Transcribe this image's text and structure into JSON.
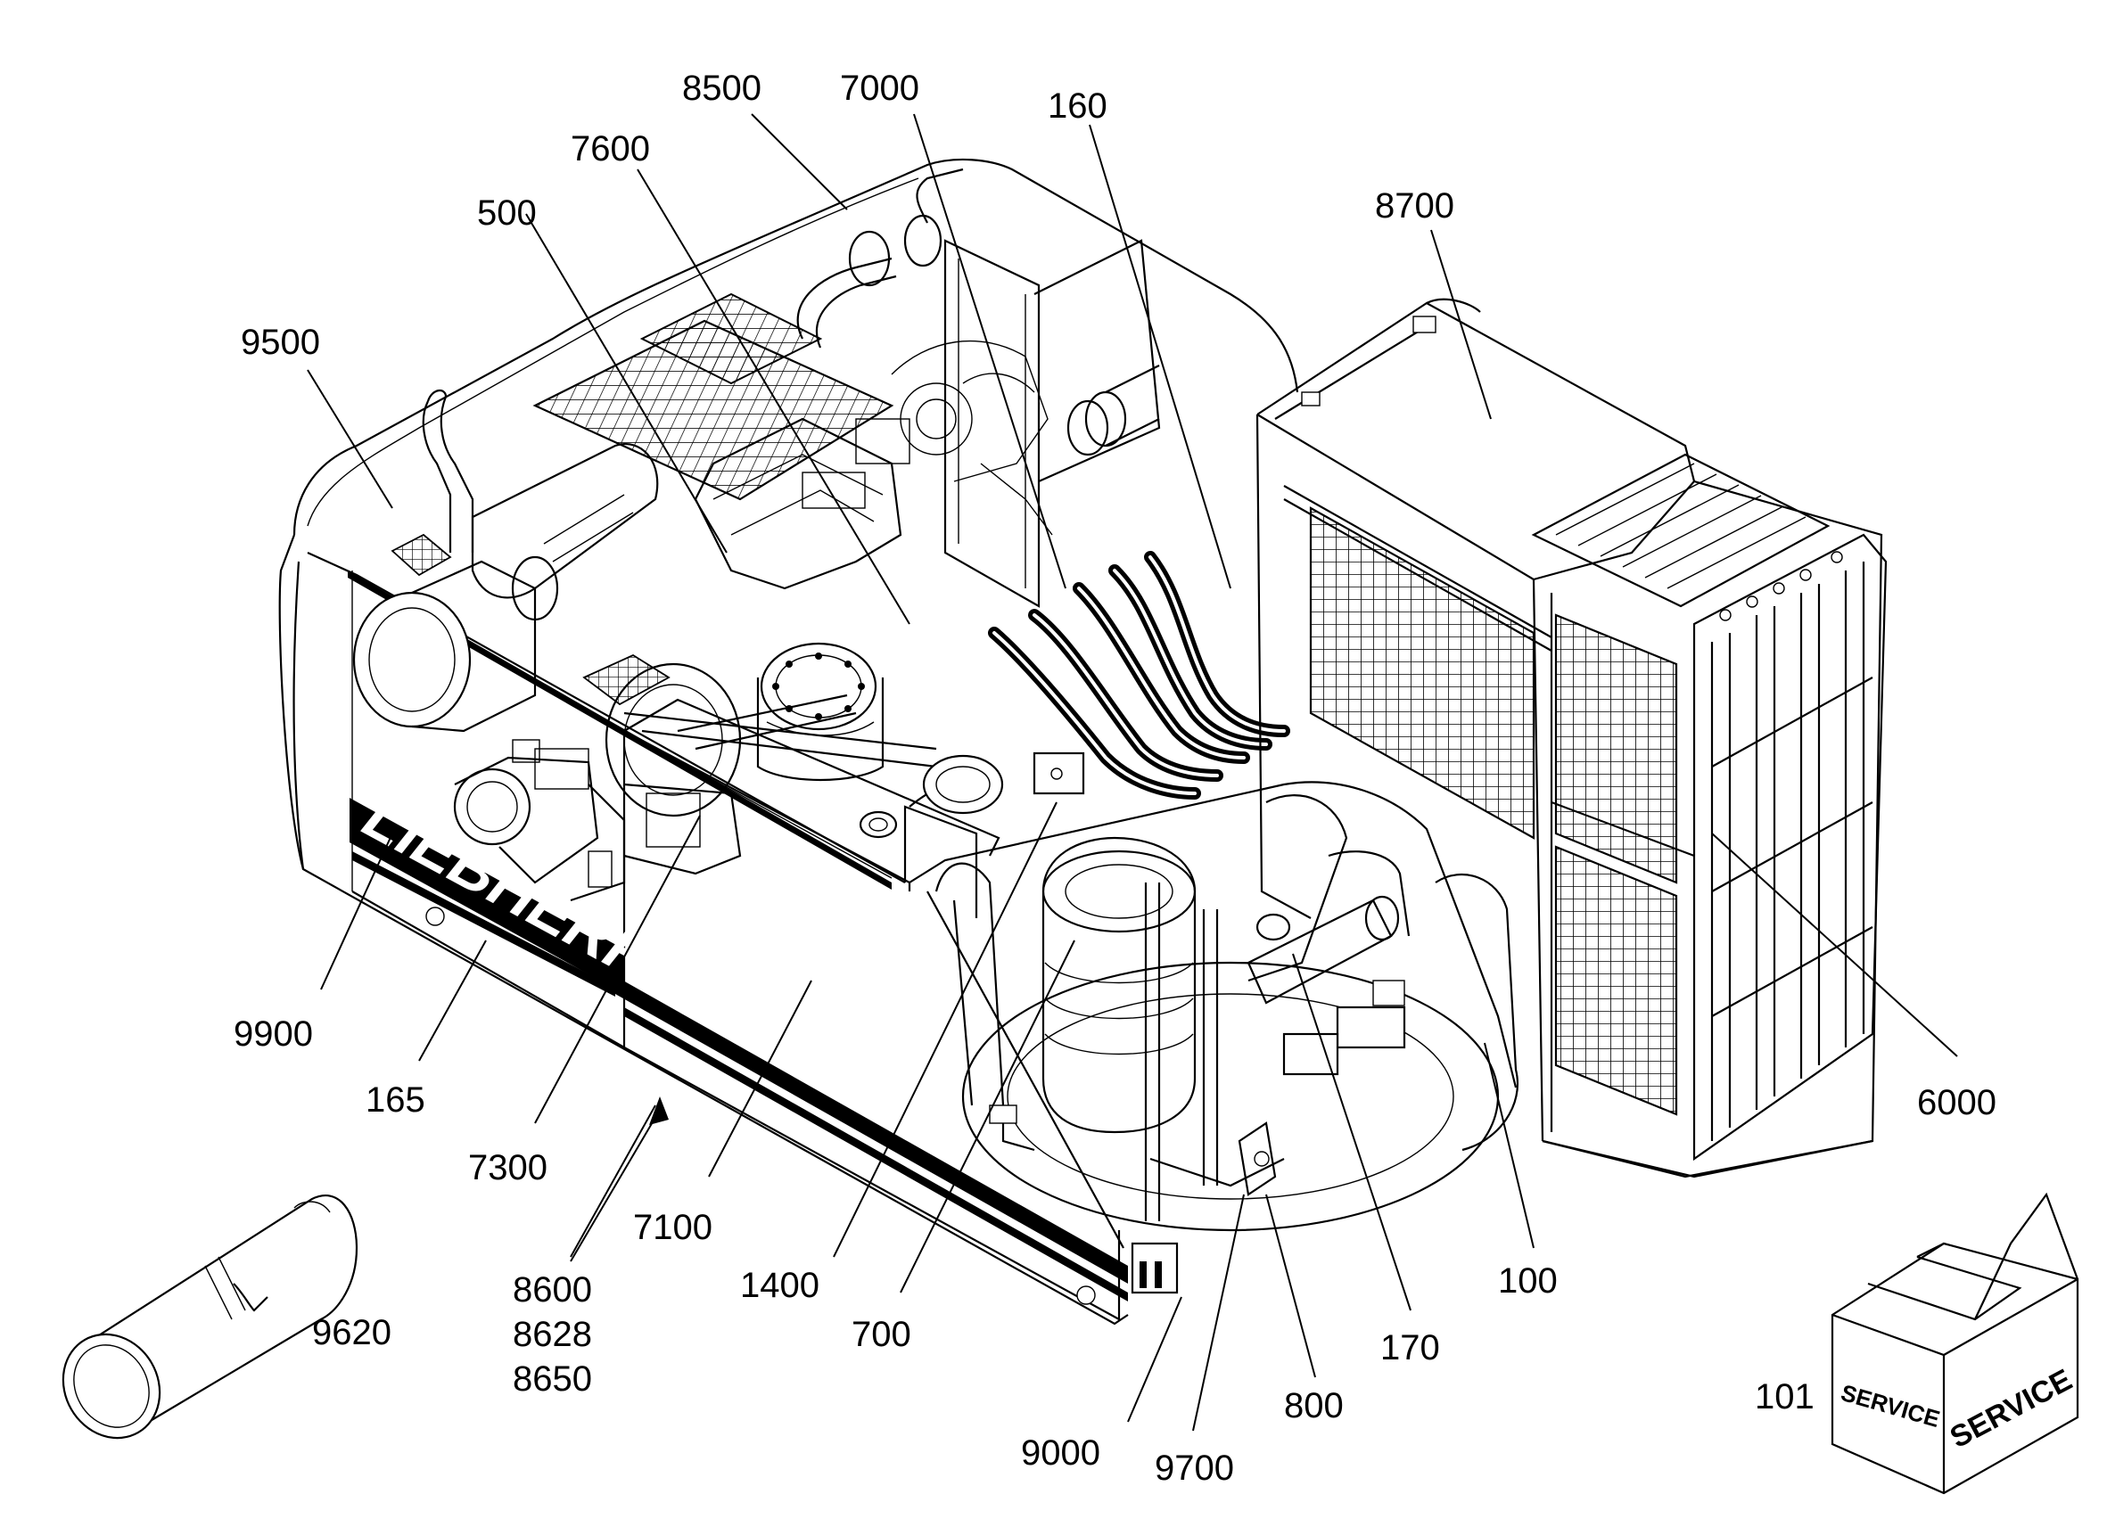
{
  "diagram": {
    "brand_logo": "LIEBHERR",
    "service_box_text": [
      "SERVICE",
      "SERVICE"
    ],
    "callouts": [
      {
        "id": "c8500",
        "label": "8500"
      },
      {
        "id": "c7000",
        "label": "7000"
      },
      {
        "id": "c160",
        "label": "160"
      },
      {
        "id": "c7600",
        "label": "7600"
      },
      {
        "id": "c500",
        "label": "500"
      },
      {
        "id": "c8700",
        "label": "8700"
      },
      {
        "id": "c9500",
        "label": "9500"
      },
      {
        "id": "c9900",
        "label": "9900"
      },
      {
        "id": "c165",
        "label": "165"
      },
      {
        "id": "c7300",
        "label": "7300"
      },
      {
        "id": "c7100",
        "label": "7100"
      },
      {
        "id": "c8600",
        "label": "8600"
      },
      {
        "id": "c8628",
        "label": "8628"
      },
      {
        "id": "c8650",
        "label": "8650"
      },
      {
        "id": "c1400",
        "label": "1400"
      },
      {
        "id": "c700",
        "label": "700"
      },
      {
        "id": "c9620",
        "label": "9620"
      },
      {
        "id": "c100",
        "label": "100"
      },
      {
        "id": "c170",
        "label": "170"
      },
      {
        "id": "c800",
        "label": "800"
      },
      {
        "id": "c9000",
        "label": "9000"
      },
      {
        "id": "c9700",
        "label": "9700"
      },
      {
        "id": "c6000",
        "label": "6000"
      },
      {
        "id": "c101",
        "label": "101"
      }
    ]
  }
}
